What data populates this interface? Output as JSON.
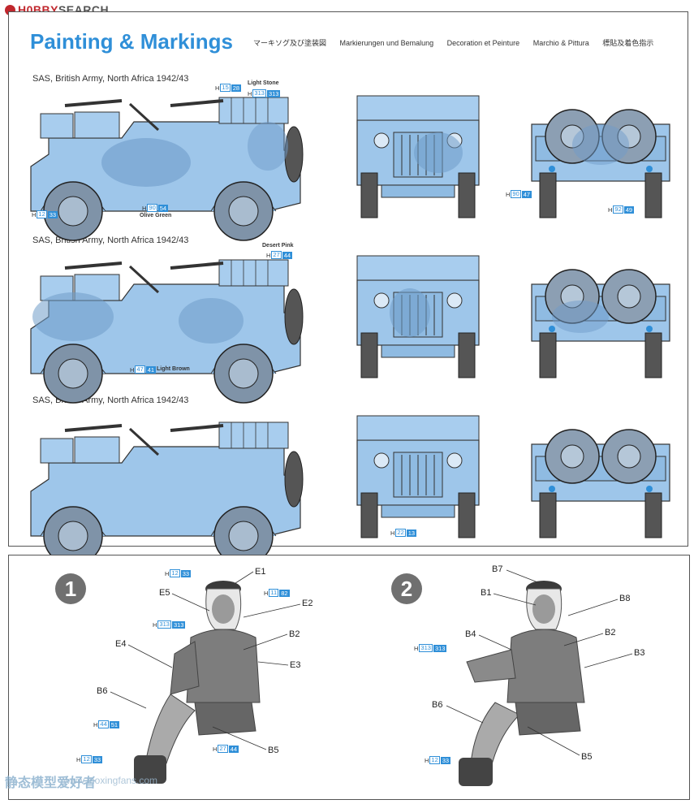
{
  "site": {
    "brand": "H0BBY",
    "search": "SEARCH"
  },
  "header": {
    "title": "Painting & Markings",
    "subtitles": [
      "マーキソグ及び塗装図",
      "Markierungen und Bemalung",
      "Decoration et Peinture",
      "Marchio & Pittura",
      "標貼及着色指示"
    ]
  },
  "profiles": [
    {
      "label": "SAS, British Army, North Africa 1942/43"
    },
    {
      "label": "SAS, British Army, North Africa 1942/43"
    },
    {
      "label": "SAS, British Army, North Africa 1942/43"
    }
  ],
  "paints": {
    "p1": {
      "prefix": "H",
      "a": "15",
      "b": "28"
    },
    "p1name": "Light Stone",
    "p2": {
      "prefix": "H",
      "a": "313",
      "b": "313"
    },
    "p3": {
      "prefix": "H",
      "a": "90",
      "b": "54"
    },
    "p3name": "Olive Green",
    "p4": {
      "prefix": "H",
      "a": "12",
      "b": "33"
    },
    "p5": {
      "prefix": "H",
      "a": "90",
      "b": "47"
    },
    "p6": {
      "prefix": "H",
      "a": "92",
      "b": "49"
    },
    "p7": {
      "prefix": "H",
      "a": "27",
      "b": "44"
    },
    "p7name": "Desert Pink",
    "p8": {
      "prefix": "H",
      "a": "47",
      "b": "41"
    },
    "p8name": "Light Brown",
    "p9": {
      "prefix": "H",
      "a": "22",
      "b": "13"
    }
  },
  "figures": {
    "fig1": {
      "number": "1",
      "callouts": [
        "E1",
        "E5",
        "E2",
        "B2",
        "E4",
        "E3",
        "B6",
        "B5"
      ],
      "paints": [
        {
          "prefix": "H",
          "a": "12",
          "b": "33"
        },
        {
          "prefix": "H",
          "a": "11",
          "b": "82"
        },
        {
          "prefix": "H",
          "a": "313",
          "b": "313"
        },
        {
          "prefix": "H",
          "a": "44",
          "b": "51"
        },
        {
          "prefix": "H",
          "a": "27",
          "b": "44"
        },
        {
          "prefix": "H",
          "a": "12",
          "b": "33"
        }
      ]
    },
    "fig2": {
      "number": "2",
      "callouts": [
        "B7",
        "B1",
        "B8",
        "B4",
        "B2",
        "B3",
        "B6",
        "B5"
      ],
      "paints": [
        {
          "prefix": "H",
          "a": "313",
          "b": "313"
        },
        {
          "prefix": "H",
          "a": "12",
          "b": "33"
        }
      ]
    }
  },
  "watermark": {
    "text": "静态模型爱好者",
    "url": "www.moxingfans.com"
  },
  "colors": {
    "accent": "#2f8fd8",
    "jeep_body": "#9ec6ea",
    "camo": "#6f9cc9",
    "outline": "#333333"
  }
}
